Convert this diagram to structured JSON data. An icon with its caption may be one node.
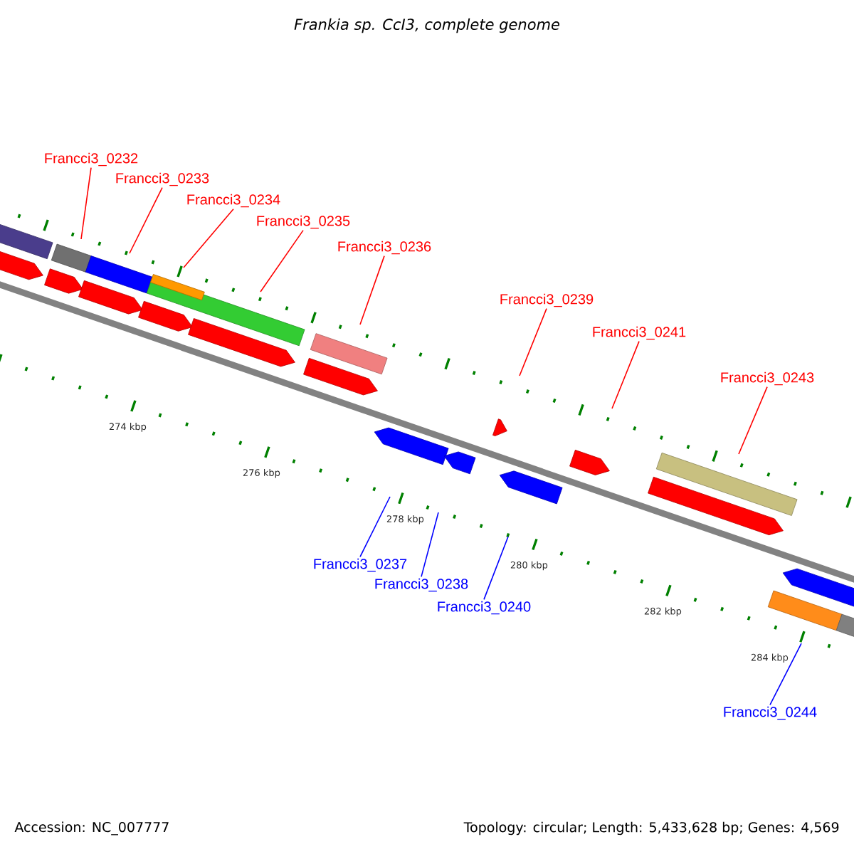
{
  "diagram": {
    "title": "Frankia sp. CcI3, complete genome",
    "nodes": [
      {
        "text": [
          "Francci3_0232"
        ]
      },
      {
        "text": [
          "Francci3_0233"
        ]
      },
      {
        "text": [
          "Francci3_0234"
        ]
      },
      {
        "text": [
          "Francci3_0235"
        ]
      },
      {
        "text": [
          "Francci3_0236"
        ]
      },
      {
        "text": [
          "Francci3_0237"
        ]
      },
      {
        "text": [
          "Francci3_0238"
        ]
      },
      {
        "text": [
          "Francci3_0239"
        ]
      },
      {
        "text": [
          "Francci3_0240"
        ]
      },
      {
        "text": [
          "Francci3_0241"
        ]
      },
      {
        "text": [
          "Francci3_0243"
        ]
      },
      {
        "text": [
          "Francci3_0244"
        ]
      }
    ],
    "edges": [
      {
        "from": 0,
        "to": null,
        "arrow": "none"
      },
      {
        "from": 1,
        "to": null,
        "arrow": "none"
      },
      {
        "from": 2,
        "to": null,
        "arrow": "none"
      },
      {
        "from": 3,
        "to": null,
        "arrow": "none"
      },
      {
        "from": 4,
        "to": null,
        "arrow": "none"
      },
      {
        "from": 5,
        "to": null,
        "arrow": "none",
        "color": "#0000ff"
      },
      {
        "from": 6,
        "to": null,
        "arrow": "none",
        "color": "#0000ff"
      },
      {
        "from": 7,
        "to": null,
        "arrow": "none"
      },
      {
        "from": 8,
        "to": null,
        "arrow": "none",
        "color": "#0000ff"
      },
      {
        "from": 9,
        "to": null,
        "arrow": "none"
      },
      {
        "from": 10,
        "to": null,
        "arrow": "none"
      },
      {
        "from": 11,
        "to": null,
        "arrow": "none",
        "color": "#0000ff"
      }
    ],
    "labels": [
      "274 kbp",
      "276 kbp",
      "278 kbp",
      "280 kbp",
      "282 kbp",
      "284 kbp",
      "Accession: NC_007777",
      "Topology: circular; Length: 5,433,628 bp; Genes: 4,569"
    ]
  }
}
